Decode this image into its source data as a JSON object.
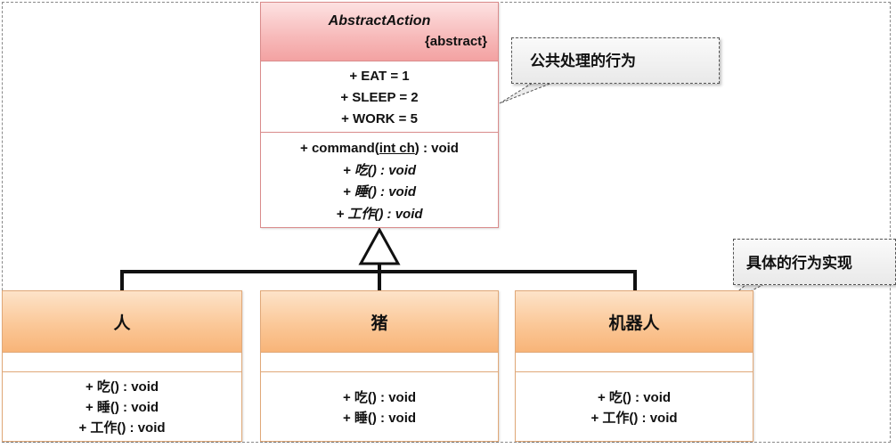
{
  "abstract_class": {
    "name": "AbstractAction",
    "stereotype": "{abstract}",
    "attributes": [
      "+ EAT = 1",
      "+ SLEEP = 2",
      "+ WORK = 5"
    ],
    "command": {
      "prefix": "+ command(",
      "param": "int ch",
      "suffix": ") : void"
    },
    "abstract_methods": [
      "+ 吃() : void",
      "+ 睡() : void",
      "+ 工作() : void"
    ]
  },
  "classes": [
    {
      "name": "人",
      "methods": [
        "+ 吃() : void",
        "+ 睡() : void",
        "+ 工作() : void"
      ]
    },
    {
      "name": "猪",
      "methods": [
        "+ 吃() : void",
        "+ 睡() : void"
      ]
    },
    {
      "name": "机器人",
      "methods": [
        "+ 吃() : void",
        "+ 工作() : void"
      ]
    }
  ],
  "notes": {
    "public_behavior": "公共处理的行为",
    "concrete_behavior": "具体的行为实现"
  },
  "colors": {
    "abstract_header": "#f7b9b9",
    "class_header": "#fbc898",
    "note_background": "#eeeeee"
  }
}
